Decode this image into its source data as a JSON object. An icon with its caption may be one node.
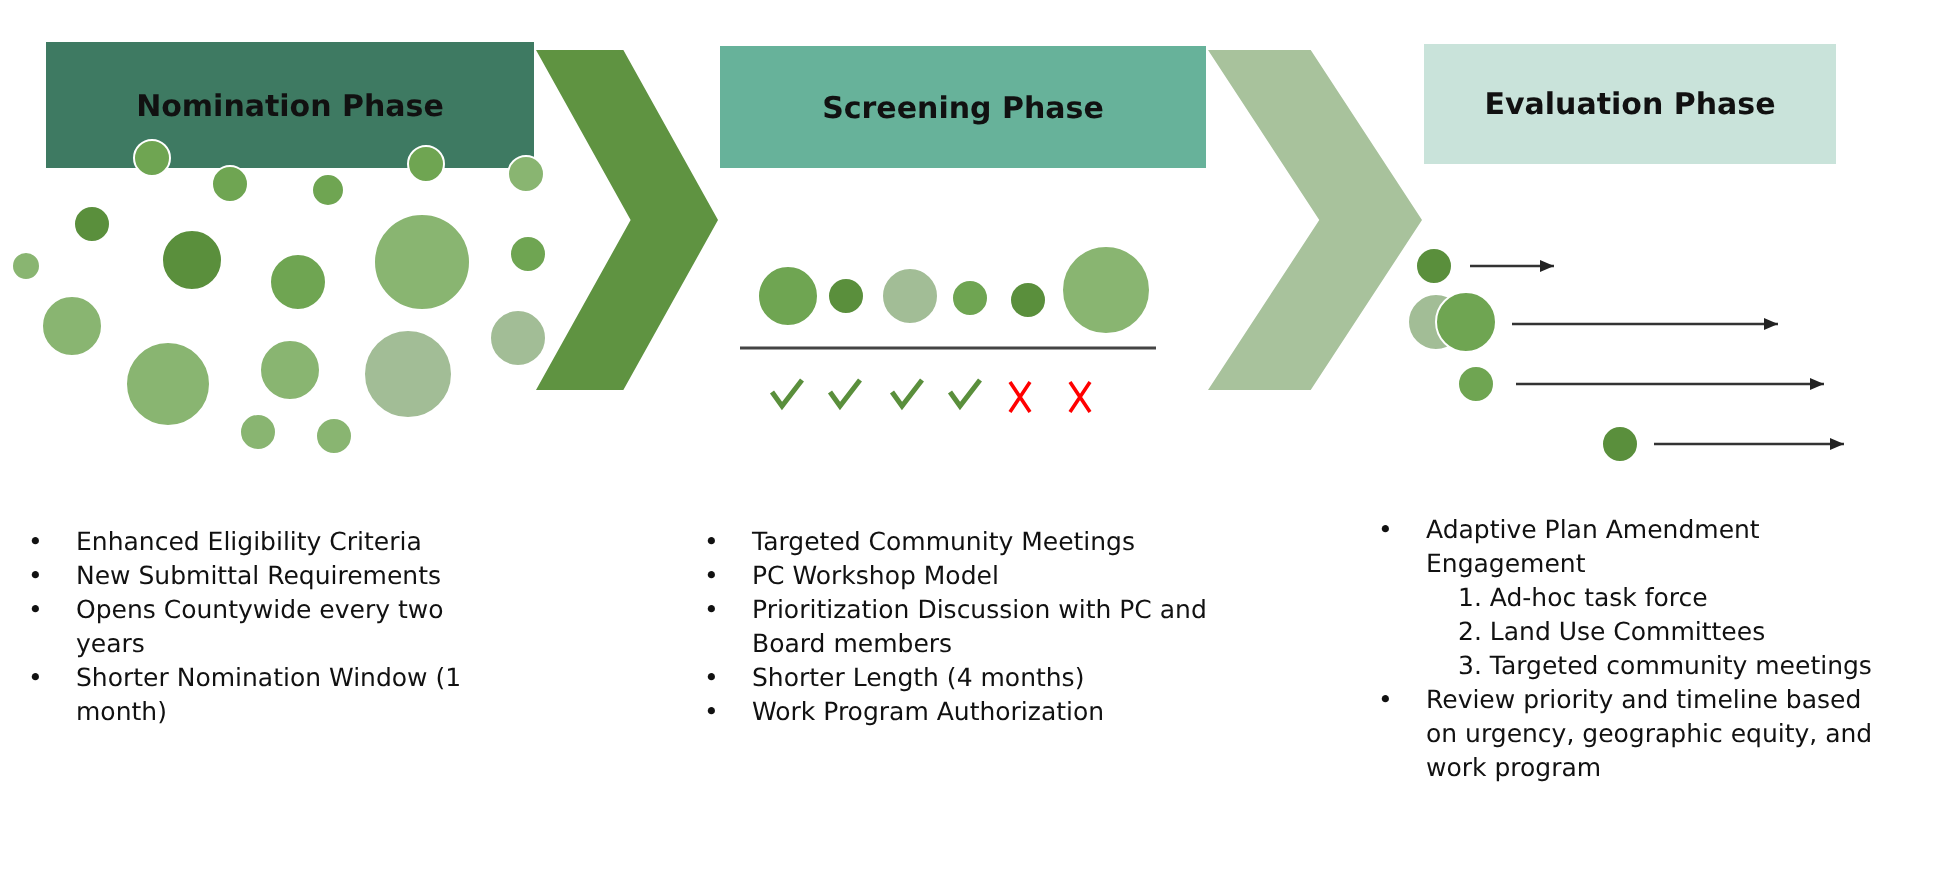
{
  "diagram": {
    "nodes": [
      {
        "text": [
          "Nomination Phase"
        ]
      },
      {
        "text": [
          "Screening Phase"
        ]
      },
      {
        "text": [
          "Evaluation Phase"
        ]
      }
    ],
    "edges": [
      {
        "from": 0,
        "to": 1,
        "arrow": "to",
        "color": "#5f9341"
      },
      {
        "from": 1,
        "to": 2,
        "arrow": "to",
        "color": "#a8c29c"
      }
    ],
    "labels": [
      "•",
      "Enhanced Eligibility Criteria",
      "•",
      "New Submittal Requirements",
      "•",
      "Opens Countywide every two years",
      "•",
      "Shorter Nomination Window (1 month)",
      "•",
      "Targeted Community Meetings",
      "•",
      "PC Workshop Model",
      "•",
      "Prioritization Discussion with PC and Board members",
      "•",
      "Shorter Length (4 months)",
      "•",
      "Work Program Authorization",
      "•",
      "Adaptive Plan Amendment Engagement",
      "1. Ad-hoc task force",
      "2. Land Use Committees",
      "3. Targeted community meetings",
      "•",
      "Review priority and timeline based on urgency, geographic equity, and work program"
    ]
  }
}
